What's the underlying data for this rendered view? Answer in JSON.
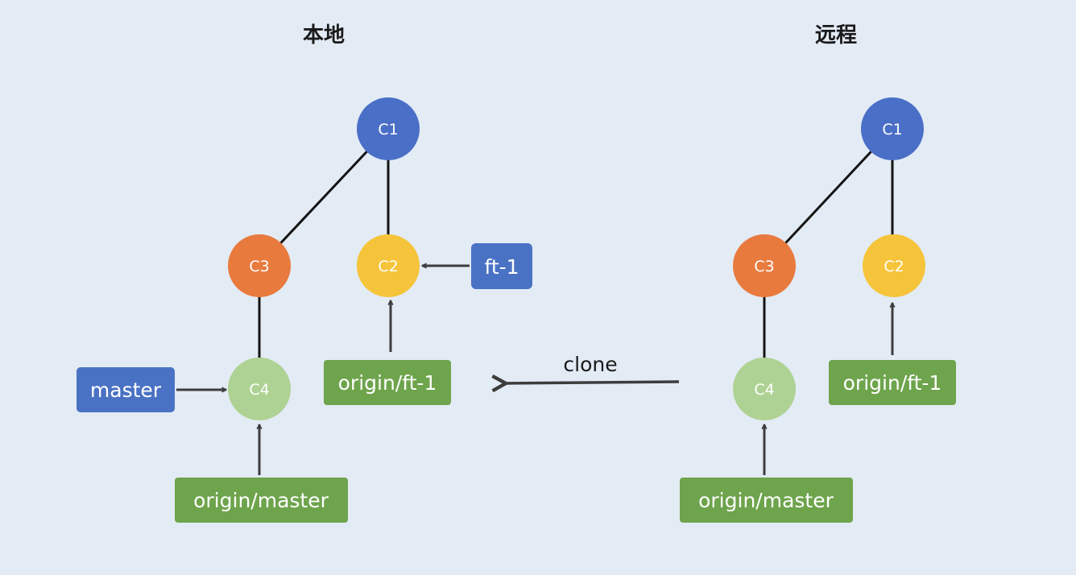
{
  "titles": {
    "local": "本地",
    "remote": "远程"
  },
  "colors": {
    "c1": "#4a6fc7",
    "c2": "#f6c43a",
    "c3": "#e87a3d",
    "c4": "#aed293",
    "branch_ref": "#4a72c4",
    "remote_ref": "#6ea44c",
    "edge": "#141414",
    "arrow": "#3d3d3d",
    "background": "#e3ebf5"
  },
  "local": {
    "nodes": {
      "c1": "C1",
      "c2": "C2",
      "c3": "C3",
      "c4": "C4"
    },
    "refs": {
      "master": "master",
      "ft1": "ft-1",
      "origin_ft1": "origin/ft-1",
      "origin_master": "origin/master"
    }
  },
  "remote": {
    "nodes": {
      "c1": "C1",
      "c2": "C2",
      "c3": "C3",
      "c4": "C4"
    },
    "refs": {
      "origin_ft1": "origin/ft-1",
      "origin_master": "origin/master"
    }
  },
  "clone_label": "clone"
}
